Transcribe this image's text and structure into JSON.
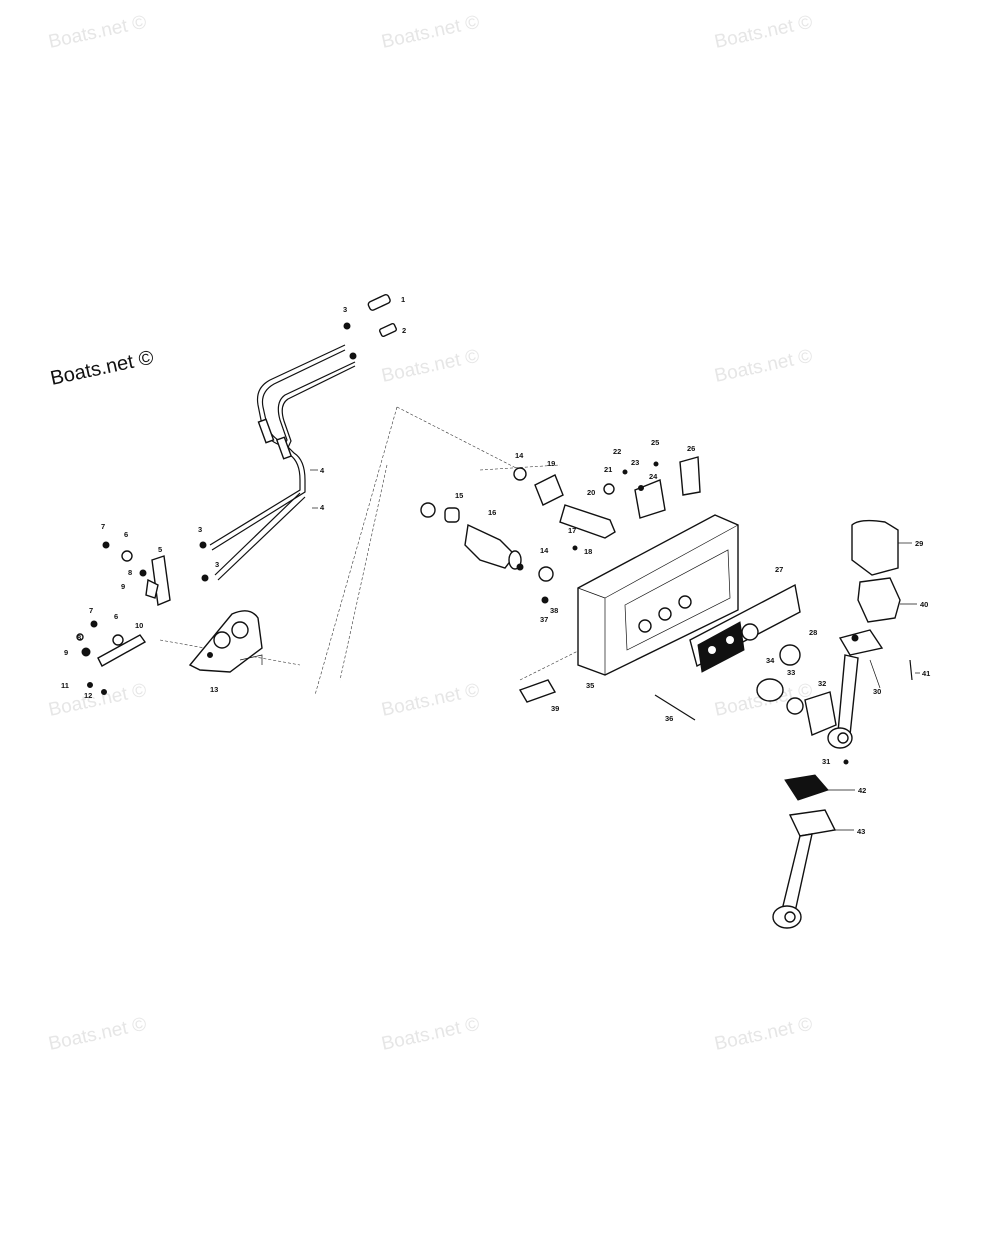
{
  "watermarks": [
    "Boats.net ©",
    "Boats.net ©",
    "Boats.net ©",
    "Boats.net ©",
    "Boats.net ©",
    "Boats.net ©",
    "Boats.net ©",
    "Boats.net ©",
    "Boats.net ©",
    "Boats.net ©",
    "Boats.net ©",
    "Boats.net ©"
  ],
  "watermark_primary": "Boats.net ©",
  "labels": [
    "1",
    "2",
    "3",
    "4",
    "4",
    "3",
    "3",
    "7",
    "6",
    "5",
    "8",
    "9",
    "7",
    "6",
    "8",
    "10",
    "9",
    "11",
    "12",
    "13",
    "14",
    "15",
    "16",
    "14",
    "19",
    "20",
    "21",
    "22",
    "23",
    "24",
    "25",
    "26",
    "17",
    "18",
    "38",
    "37",
    "27",
    "28",
    "34",
    "33",
    "32",
    "29",
    "40",
    "41",
    "30",
    "31",
    "35",
    "36",
    "39",
    "42",
    "43"
  ],
  "colors": {
    "ink": "#111111",
    "watermark": "#e6e6e6",
    "background": "#ffffff"
  }
}
